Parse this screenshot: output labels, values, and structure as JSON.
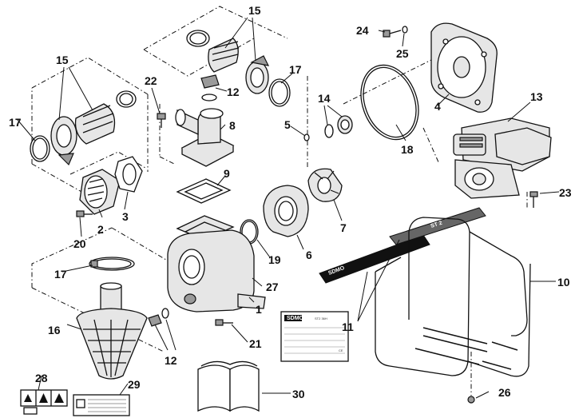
{
  "callouts": [
    {
      "id": "15a",
      "text": "15"
    },
    {
      "id": "15b",
      "text": "15"
    },
    {
      "id": "17a",
      "text": "17"
    },
    {
      "id": "17b",
      "text": "17"
    },
    {
      "id": "17c",
      "text": "17"
    },
    {
      "id": "22",
      "text": "22"
    },
    {
      "id": "12a",
      "text": "12"
    },
    {
      "id": "12b",
      "text": "12"
    },
    {
      "id": "8",
      "text": "8"
    },
    {
      "id": "9",
      "text": "9"
    },
    {
      "id": "2",
      "text": "2"
    },
    {
      "id": "3",
      "text": "3"
    },
    {
      "id": "20",
      "text": "20"
    },
    {
      "id": "5",
      "text": "5"
    },
    {
      "id": "14",
      "text": "14"
    },
    {
      "id": "18",
      "text": "18"
    },
    {
      "id": "24",
      "text": "24"
    },
    {
      "id": "25",
      "text": "25"
    },
    {
      "id": "4",
      "text": "4"
    },
    {
      "id": "13",
      "text": "13"
    },
    {
      "id": "23",
      "text": "23"
    },
    {
      "id": "7",
      "text": "7"
    },
    {
      "id": "6",
      "text": "6"
    },
    {
      "id": "19",
      "text": "19"
    },
    {
      "id": "27",
      "text": "27"
    },
    {
      "id": "1",
      "text": "1"
    },
    {
      "id": "21",
      "text": "21"
    },
    {
      "id": "16",
      "text": "16"
    },
    {
      "id": "11",
      "text": "11"
    },
    {
      "id": "10",
      "text": "10"
    },
    {
      "id": "26",
      "text": "26"
    },
    {
      "id": "28",
      "text": "28"
    },
    {
      "id": "29",
      "text": "29"
    },
    {
      "id": "30",
      "text": "30"
    }
  ],
  "labels": {
    "brand_sticker": "SDMO",
    "brand_sticker_model": "ST 2",
    "plate_brand": "SDMO",
    "plate_model": "ST2 36H",
    "plate_ce": "CE"
  }
}
